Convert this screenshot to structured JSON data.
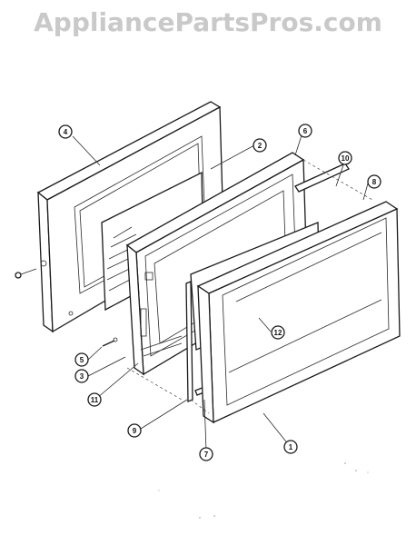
{
  "watermark": "AppliancePartsPros.com",
  "callouts": [
    {
      "label": "1"
    },
    {
      "label": "2"
    },
    {
      "label": "3"
    },
    {
      "label": "4"
    },
    {
      "label": "5"
    },
    {
      "label": "6"
    },
    {
      "label": "7"
    },
    {
      "label": "8"
    },
    {
      "label": "9"
    },
    {
      "label": "10"
    },
    {
      "label": "11"
    },
    {
      "label": "12"
    }
  ]
}
